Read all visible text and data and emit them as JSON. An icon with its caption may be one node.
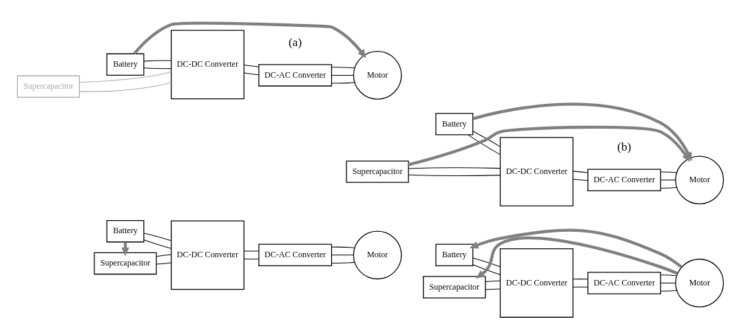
{
  "diagram": {
    "nodes": [
      {
        "text": [
          "Battery"
        ]
      },
      {
        "text": [
          "Supercapacitor"
        ]
      },
      {
        "text": [
          "DC-DC Converter"
        ]
      },
      {
        "text": [
          "DC-AC Converter"
        ]
      },
      {
        "text": [
          "Motor"
        ]
      },
      {
        "text": [
          "Battery"
        ]
      },
      {
        "text": [
          "Supercapacitor"
        ]
      },
      {
        "text": [
          "DC-DC Converter"
        ]
      },
      {
        "text": [
          "DC-AC Converter"
        ]
      },
      {
        "text": [
          "Motor"
        ]
      },
      {
        "text": [
          "Battery"
        ]
      },
      {
        "text": [
          "Supercapacitor"
        ]
      },
      {
        "text": [
          "DC-DC Converter"
        ]
      },
      {
        "text": [
          "DC-AC Converter"
        ]
      },
      {
        "text": [
          "Motor"
        ]
      },
      {
        "text": [
          "Battery"
        ]
      },
      {
        "text": [
          "Supercapacitor"
        ]
      },
      {
        "text": [
          "DC-DC Converter"
        ]
      },
      {
        "text": [
          "DC-AC Converter"
        ]
      },
      {
        "text": [
          "Motor"
        ]
      }
    ],
    "edges": [
      {
        "from": 0,
        "to": 2,
        "arrow": "none"
      },
      {
        "from": 0,
        "to": 2,
        "arrow": "none"
      },
      {
        "from": 1,
        "to": 2,
        "arrow": "none",
        "color": "#aaaaaa"
      },
      {
        "from": 1,
        "to": 2,
        "arrow": "none",
        "color": "#aaaaaa"
      },
      {
        "from": 2,
        "to": 3,
        "arrow": "none"
      },
      {
        "from": 2,
        "to": 3,
        "arrow": "none"
      },
      {
        "from": 3,
        "to": 4,
        "arrow": "none"
      },
      {
        "from": 3,
        "to": 4,
        "arrow": "none"
      },
      {
        "from": 3,
        "to": 4,
        "arrow": "none"
      },
      {
        "from": 0,
        "to": 4,
        "arrow": "to",
        "style": "thick",
        "color": "#808080"
      },
      {
        "from": 5,
        "to": 7,
        "arrow": "none"
      },
      {
        "from": 5,
        "to": 7,
        "arrow": "none"
      },
      {
        "from": 6,
        "to": 7,
        "arrow": "none"
      },
      {
        "from": 6,
        "to": 7,
        "arrow": "none"
      },
      {
        "from": 7,
        "to": 8,
        "arrow": "none"
      },
      {
        "from": 7,
        "to": 8,
        "arrow": "none"
      },
      {
        "from": 8,
        "to": 9,
        "arrow": "none"
      },
      {
        "from": 8,
        "to": 9,
        "arrow": "none"
      },
      {
        "from": 8,
        "to": 9,
        "arrow": "none"
      },
      {
        "from": 5,
        "to": 9,
        "arrow": "to",
        "style": "thick",
        "color": "#808080"
      },
      {
        "from": 6,
        "to": 9,
        "arrow": "to",
        "style": "thick",
        "color": "#808080"
      },
      {
        "from": 10,
        "to": 12,
        "arrow": "none"
      },
      {
        "from": 10,
        "to": 12,
        "arrow": "none"
      },
      {
        "from": 11,
        "to": 12,
        "arrow": "none"
      },
      {
        "from": 11,
        "to": 12,
        "arrow": "none"
      },
      {
        "from": 12,
        "to": 13,
        "arrow": "none"
      },
      {
        "from": 12,
        "to": 13,
        "arrow": "none"
      },
      {
        "from": 13,
        "to": 14,
        "arrow": "none"
      },
      {
        "from": 13,
        "to": 14,
        "arrow": "none"
      },
      {
        "from": 13,
        "to": 14,
        "arrow": "none"
      },
      {
        "from": 10,
        "to": 11,
        "arrow": "to",
        "style": "thick",
        "color": "#808080"
      },
      {
        "from": 15,
        "to": 17,
        "arrow": "none"
      },
      {
        "from": 15,
        "to": 17,
        "arrow": "none"
      },
      {
        "from": 16,
        "to": 17,
        "arrow": "none"
      },
      {
        "from": 16,
        "to": 17,
        "arrow": "none"
      },
      {
        "from": 17,
        "to": 18,
        "arrow": "none"
      },
      {
        "from": 17,
        "to": 18,
        "arrow": "none"
      },
      {
        "from": 18,
        "to": 19,
        "arrow": "none"
      },
      {
        "from": 18,
        "to": 19,
        "arrow": "none"
      },
      {
        "from": 18,
        "to": 19,
        "arrow": "none"
      },
      {
        "from": 19,
        "to": 15,
        "arrow": "to",
        "style": "thick",
        "color": "#808080"
      },
      {
        "from": 19,
        "to": 16,
        "arrow": "to",
        "style": "thick",
        "color": "#808080"
      }
    ],
    "labels": [
      "(a)",
      "(b)"
    ]
  }
}
